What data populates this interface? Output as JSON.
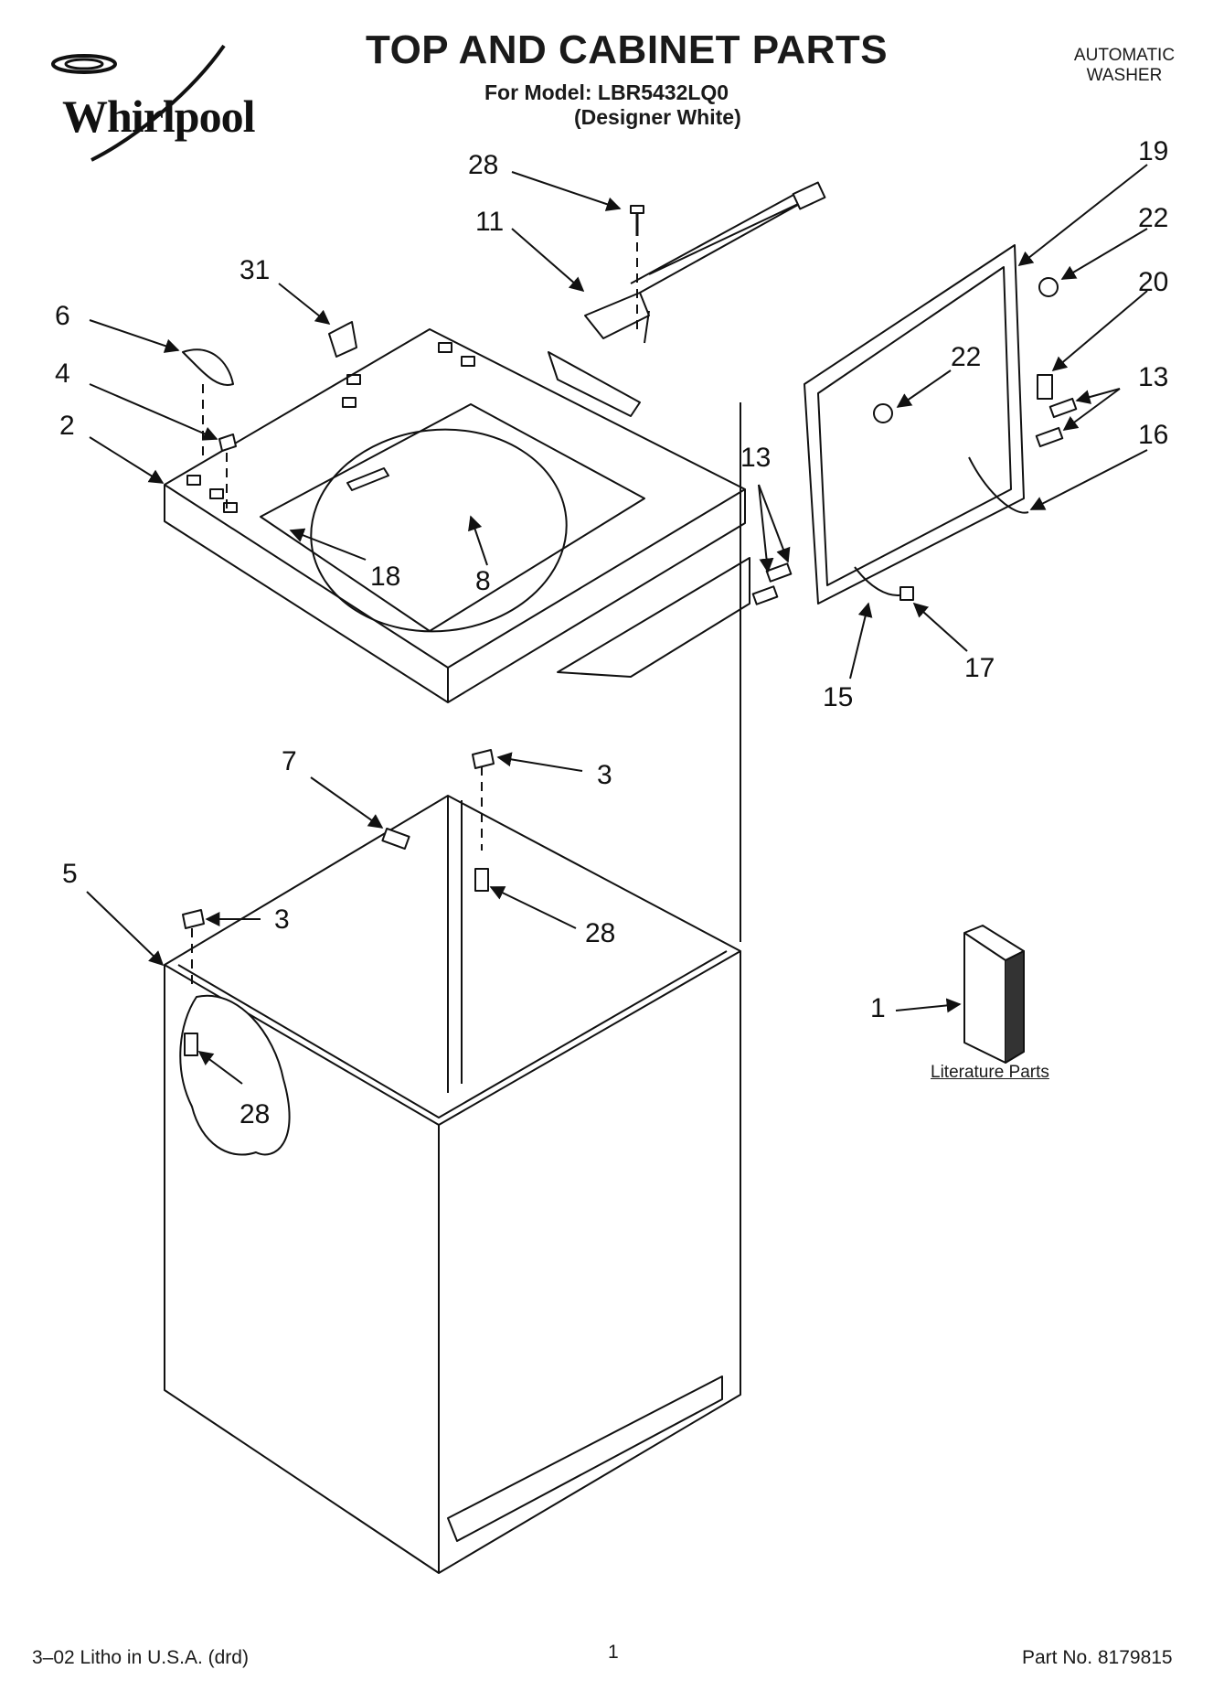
{
  "header": {
    "brand": "Whirlpool",
    "title": "TOP AND CABINET PARTS",
    "model_line": "For Model: LBR5432LQ0",
    "variant_line": "(Designer White)",
    "product_type_line1": "AUTOMATIC",
    "product_type_line2": "WASHER"
  },
  "callouts": {
    "c28_top": "28",
    "c11": "11",
    "c31": "31",
    "c6": "6",
    "c4": "4",
    "c2": "2",
    "c18": "18",
    "c8": "8",
    "c19": "19",
    "c22_right": "22",
    "c20": "20",
    "c22_mid": "22",
    "c13_right": "13",
    "c16": "16",
    "c13_left": "13",
    "c15": "15",
    "c17": "17",
    "c7": "7",
    "c3_top": "3",
    "c28_mid": "28",
    "c5": "5",
    "c3_left": "3",
    "c28_cabinet": "28",
    "c1": "1"
  },
  "literature": {
    "label": "Literature Parts"
  },
  "footer": {
    "print_info": "3–02 Litho in U.S.A. (drd)",
    "page_number": "1",
    "part_number": "Part No. 8179815"
  }
}
